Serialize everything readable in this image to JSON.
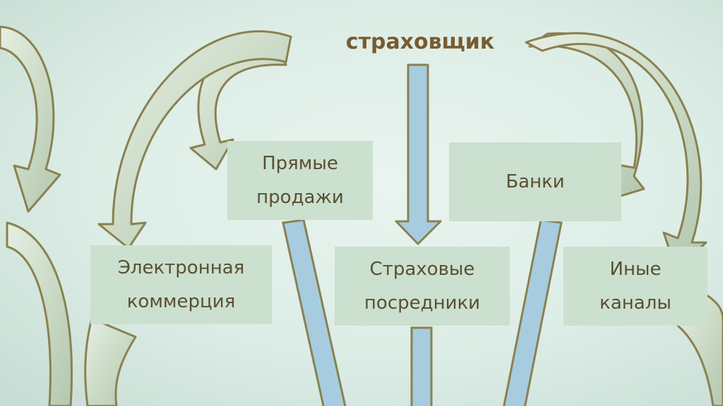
{
  "diagram": {
    "title": "страховщик",
    "nodes": {
      "direct_sales": {
        "line1": "Прямые",
        "line2": "продажи"
      },
      "banks": {
        "line1": "Банки",
        "line2": ""
      },
      "ecommerce": {
        "line1": "Электронная",
        "line2": "коммерция"
      },
      "intermediaries": {
        "line1": "Страховые",
        "line2": "посредники"
      },
      "other_channels": {
        "line1": "Иные",
        "line2": "каналы"
      }
    },
    "colors": {
      "box_fill": "#cbe0cf",
      "text": "#5a4f32",
      "title": "#7a5a2e",
      "arrow_blue": "#a7cce0",
      "arrow_outline": "#8a8150",
      "curved_arrow_fill": "#c9d9c4"
    }
  }
}
